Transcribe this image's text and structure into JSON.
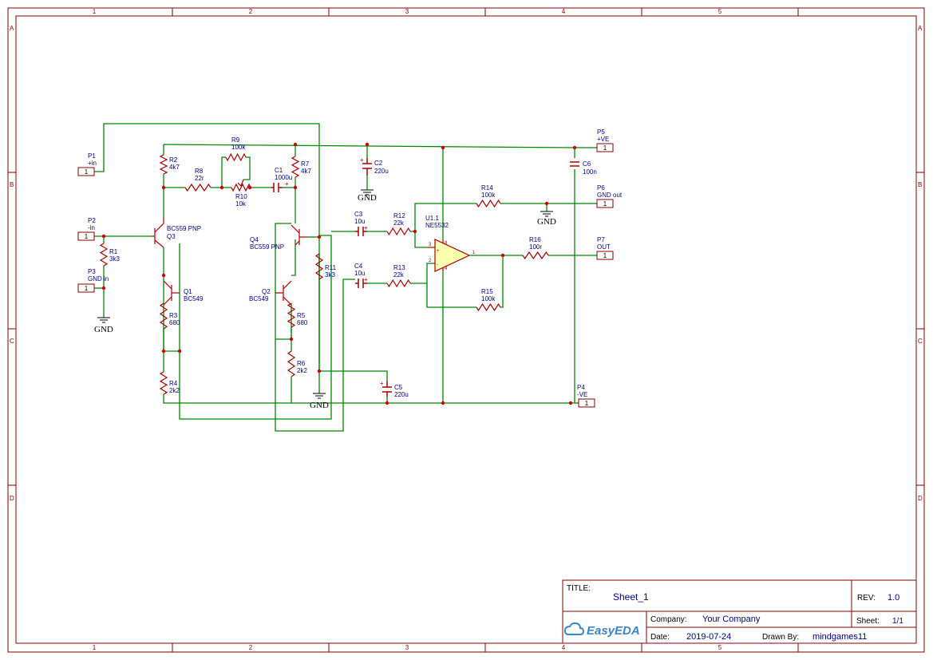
{
  "frame": {
    "columns": [
      "1",
      "2",
      "3",
      "4",
      "5"
    ],
    "rows": [
      "A",
      "B",
      "C",
      "D"
    ]
  },
  "colors": {
    "frame": "#880000",
    "wire": "#008800",
    "component": "#aa0000",
    "label": "#000080",
    "junction": "#cc0000",
    "opamp_fill": "#ffffb0",
    "gnd": "#000000"
  },
  "components": {
    "R1": [
      "R1",
      "3k3"
    ],
    "R2": [
      "R2",
      "4k7"
    ],
    "R3": [
      "R3",
      "680"
    ],
    "R4": [
      "R4",
      "2k2"
    ],
    "R5": [
      "R5",
      "680"
    ],
    "R6": [
      "R6",
      "2k2"
    ],
    "R7": [
      "R7",
      "4k7"
    ],
    "R8": [
      "R8",
      "22r"
    ],
    "R9": [
      "R9",
      "100k"
    ],
    "R10": [
      "R10",
      "10k"
    ],
    "R11": [
      "R11",
      "3k3"
    ],
    "R12": [
      "R12",
      "22k"
    ],
    "R13": [
      "R13",
      "22k"
    ],
    "R14": [
      "R14",
      "100k"
    ],
    "R15": [
      "R15",
      "100k"
    ],
    "R16": [
      "R16",
      "100r"
    ],
    "C1": [
      "C1",
      "1000u"
    ],
    "C2": [
      "C2",
      "220u"
    ],
    "C3": [
      "C3",
      "10u"
    ],
    "C4": [
      "C4",
      "10u"
    ],
    "C5": [
      "C5",
      "220u"
    ],
    "C6": [
      "C6",
      "100n"
    ],
    "Q1": [
      "Q1",
      "BC549"
    ],
    "Q2": [
      "Q2",
      "BC549"
    ],
    "Q3": [
      "BC559 PNP",
      "Q3"
    ],
    "Q4": [
      "Q4",
      "BC559 PNP"
    ],
    "U1": [
      "U1.1",
      "NE5532"
    ]
  },
  "ports": {
    "P1": [
      "P1",
      "+in"
    ],
    "P2": [
      "P2",
      "-in"
    ],
    "P3": [
      "P3",
      "GND in"
    ],
    "P4": [
      "P4",
      "-VE"
    ],
    "P5": [
      "P5",
      "+VE"
    ],
    "P6": [
      "P6",
      "GND out"
    ],
    "P7": [
      "P7",
      "OUT"
    ],
    "pin": "1"
  },
  "gnd_label": "GND",
  "opamp_pins": {
    "p3": "3",
    "p2": "2",
    "p1": "1",
    "plus": "+",
    "minus": "-",
    "v8": "8",
    "v4": "4"
  },
  "title_block": {
    "title_label": "TITLE:",
    "title": "Sheet_1",
    "rev_label": "REV:",
    "rev": "1.0",
    "company_label": "Company:",
    "company": "Your Company",
    "sheet_label": "Sheet:",
    "sheet": "1/1",
    "date_label": "Date:",
    "date": "2019-07-24",
    "drawn_label": "Drawn By:",
    "drawn_by": "mindgames11",
    "logo": "EasyEDA"
  }
}
